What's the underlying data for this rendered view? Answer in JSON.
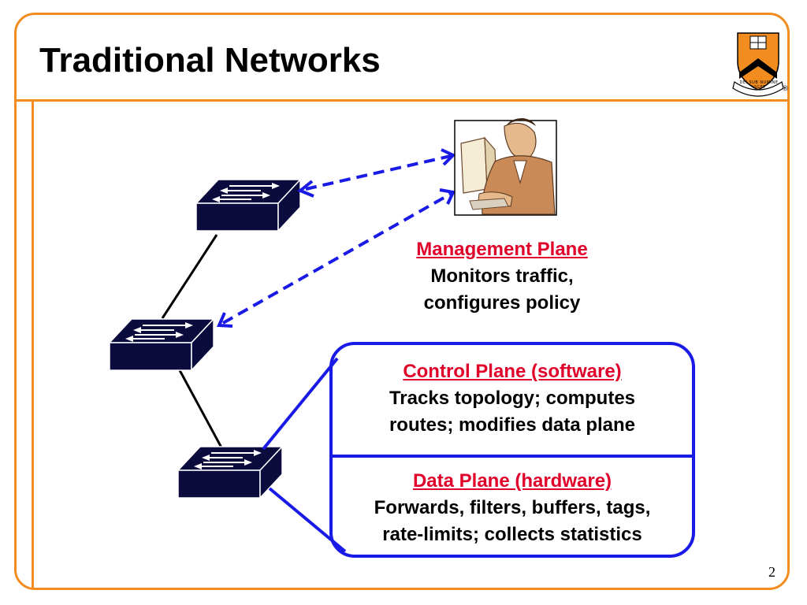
{
  "slide": {
    "title": "Traditional Networks",
    "page_number": "2"
  },
  "logo": {
    "name": "princeton-shield-logo",
    "motto": "DEI SUB NUMINE VIGET",
    "registered_mark": "®"
  },
  "management": {
    "heading": "Management Plane",
    "line1": "Monitors traffic,",
    "line2": "configures policy"
  },
  "control": {
    "heading": "Control Plane (software)",
    "line1": "Tracks topology; computes",
    "line2": "routes; modifies data plane"
  },
  "data_plane": {
    "heading": "Data Plane (hardware)",
    "line1": "Forwards, filters, buffers, tags,",
    "line2": "rate-limits; collects statistics"
  },
  "icons": {
    "switch": "network-switch-icon",
    "operator": "operator-at-computer-icon"
  },
  "colors": {
    "accent_orange": "#f28c1e",
    "heading_red": "#e0002a",
    "link_blue": "#1a1ae6",
    "switch_navy": "#0b0b3d"
  }
}
